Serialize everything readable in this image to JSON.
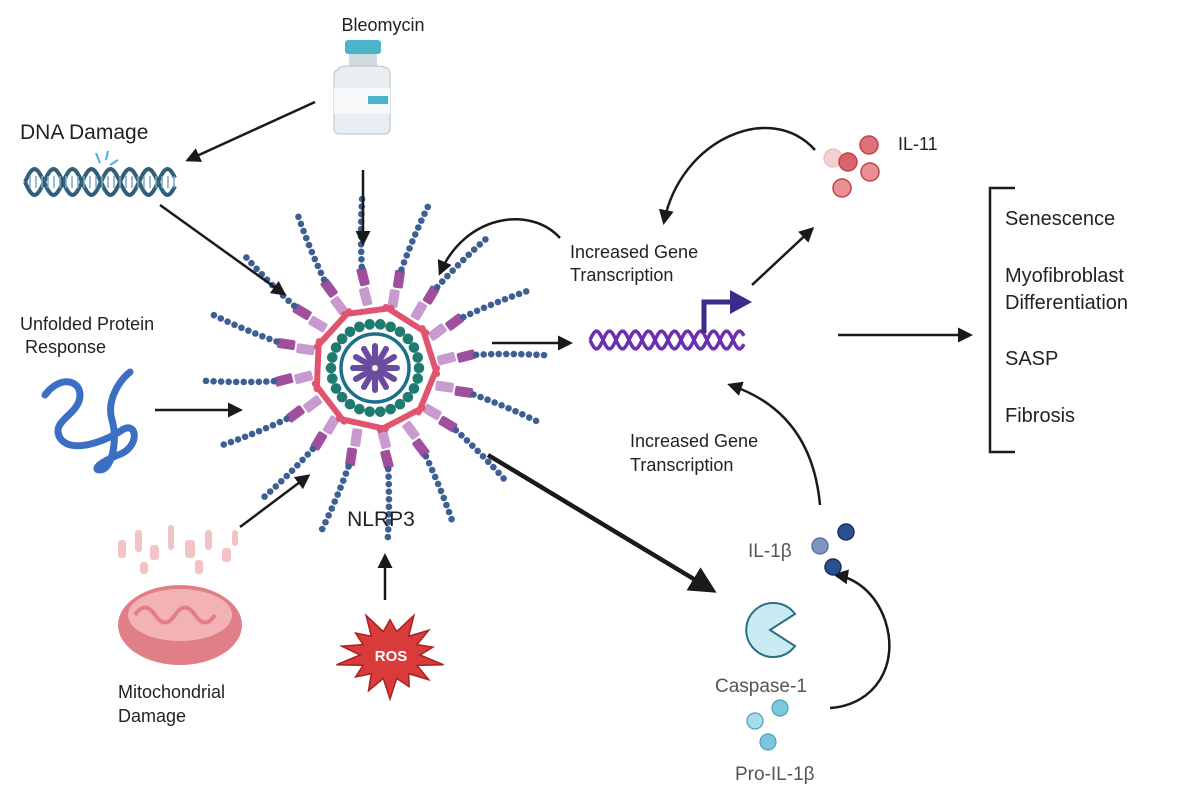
{
  "labels": {
    "bleomycin": "Bleomycin",
    "dna_damage": "DNA Damage",
    "upr_line1": "Unfolded Protein",
    "upr_line2": "Response",
    "mito_line1": "Mitochondrial",
    "mito_line2": "Damage",
    "ros": "ROS",
    "nlrp3": "NLRP3",
    "transcription_top_line1": "Increased Gene",
    "transcription_top_line2": "Transcription",
    "transcription_bottom_line1": "Increased Gene",
    "transcription_bottom_line2": "Transcription",
    "il11": "IL-11",
    "il1b": "IL-1β",
    "caspase1": "Caspase-1",
    "pro_il1b": "Pro-IL-1β"
  },
  "outcomes": [
    "Senescence",
    "Myofibroblast",
    "Differentiation",
    "SASP",
    "Fibrosis"
  ],
  "colors": {
    "arrow": "#1a1a1a",
    "dna_damage_helix": "#2f5f7a",
    "protein": "#3a6fc4",
    "mitochondria": "#e07f86",
    "ros": "#d93a3a",
    "nlrp3_ring": "#e05470",
    "nlrp3_beads": "#1f7a70",
    "nlrp3_core": "#6a4ca0",
    "spoke_beads": "#3d5f94",
    "spoke_domains": "#a04f9e",
    "gene_dna": "#6a2fb0",
    "promoter": "#3a2a8a",
    "il11": "#d9646c",
    "il1b": "#2b4f8f",
    "caspase": "#c8ecf2",
    "pro_il1b": "#7cc7de"
  }
}
